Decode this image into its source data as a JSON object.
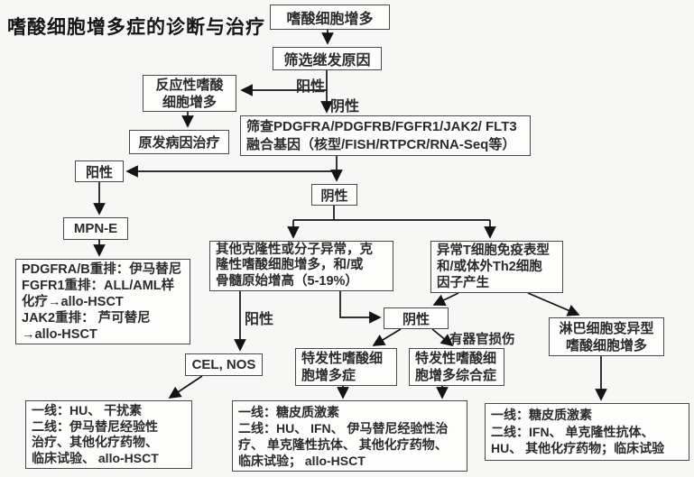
{
  "title": "嗜酸细胞增多症的诊断与治疗",
  "colors": {
    "background": "#f7f7f5",
    "box_fill": "#fdfdfc",
    "box_border": "#4a4a4a",
    "text": "#2b2b2b",
    "arrow": "#141414"
  },
  "nodes": {
    "eosinophilia": {
      "text": "嗜酸细胞增多"
    },
    "screen_secondary": {
      "text": "筛选继发原因"
    },
    "reactive": {
      "line1": "反应性嗜酸",
      "line2": "细胞增多"
    },
    "primary_cause_treatment": {
      "text": "原发病因治疗"
    },
    "fusion_screen": {
      "line1": "筛查PDGFRA/PDGFRB/FGFR1/JAK2/ FLT3",
      "line2": "融合基因（核型/FISH/RTPCR/RNA-Seq等）"
    },
    "positive_left": {
      "text": "阳性"
    },
    "mpn_e": {
      "text": "MPN-E"
    },
    "rearrangement_treatment": {
      "line1": "PDGFRA/B重排：伊马替尼",
      "line2": "FGFR1重排：ALL/AML样",
      "line3": "化疗→allo-HSCT",
      "line4": "JAK2重排： 芦可替尼",
      "line5": "→allo-HSCT"
    },
    "negative_mid": {
      "text": "阴性"
    },
    "clonal_abnormality": {
      "line1": "其他克隆性或分子异常，克",
      "line2": "隆性嗜酸细胞增多，和/或",
      "line3": "骨髓原始增高（5-19%）"
    },
    "t_cell": {
      "line1": "异常T细胞免疫表型",
      "line2": "和/或体外Th2细胞",
      "line3": "因子产生"
    },
    "negative_2": {
      "text": "阴性"
    },
    "cel_nos": {
      "text": "CEL, NOS"
    },
    "idiopathic_he": {
      "line1": "特发性嗜酸细",
      "line2": "胞增多症"
    },
    "idiopathic_hes": {
      "line1": "特发性嗜酸细",
      "line2": "胞增多综合症"
    },
    "lymphocytic_variant": {
      "line1": "淋巴细胞变异型",
      "line2": "嗜酸细胞增多"
    },
    "treatment_cel": {
      "line1": "一线：HU、 干扰素",
      "line2": "二线：伊马替尼经验性",
      "line3": "治疗、其他化疗药物、",
      "line4": "临床试验、 allo-HSCT"
    },
    "treatment_hes": {
      "line1": "一线：糖皮质激素",
      "line2": "二线：HU、 IFN、 伊马替尼经验性治",
      "line3": "疗、 单克隆性抗体、 其他化疗药物、",
      "line4": "临床试验； allo-HSCT"
    },
    "treatment_lymphocytic": {
      "line1": "一线：糖皮质激素",
      "line2": "二线：IFN、 单克隆性抗体、",
      "line3": "HU、 其他化疗药物；临床试验"
    }
  },
  "labels": {
    "positive_top": "阳性",
    "negative_top": "阴性",
    "positive_mid": "阳性",
    "organ_damage": "有器官损伤"
  }
}
